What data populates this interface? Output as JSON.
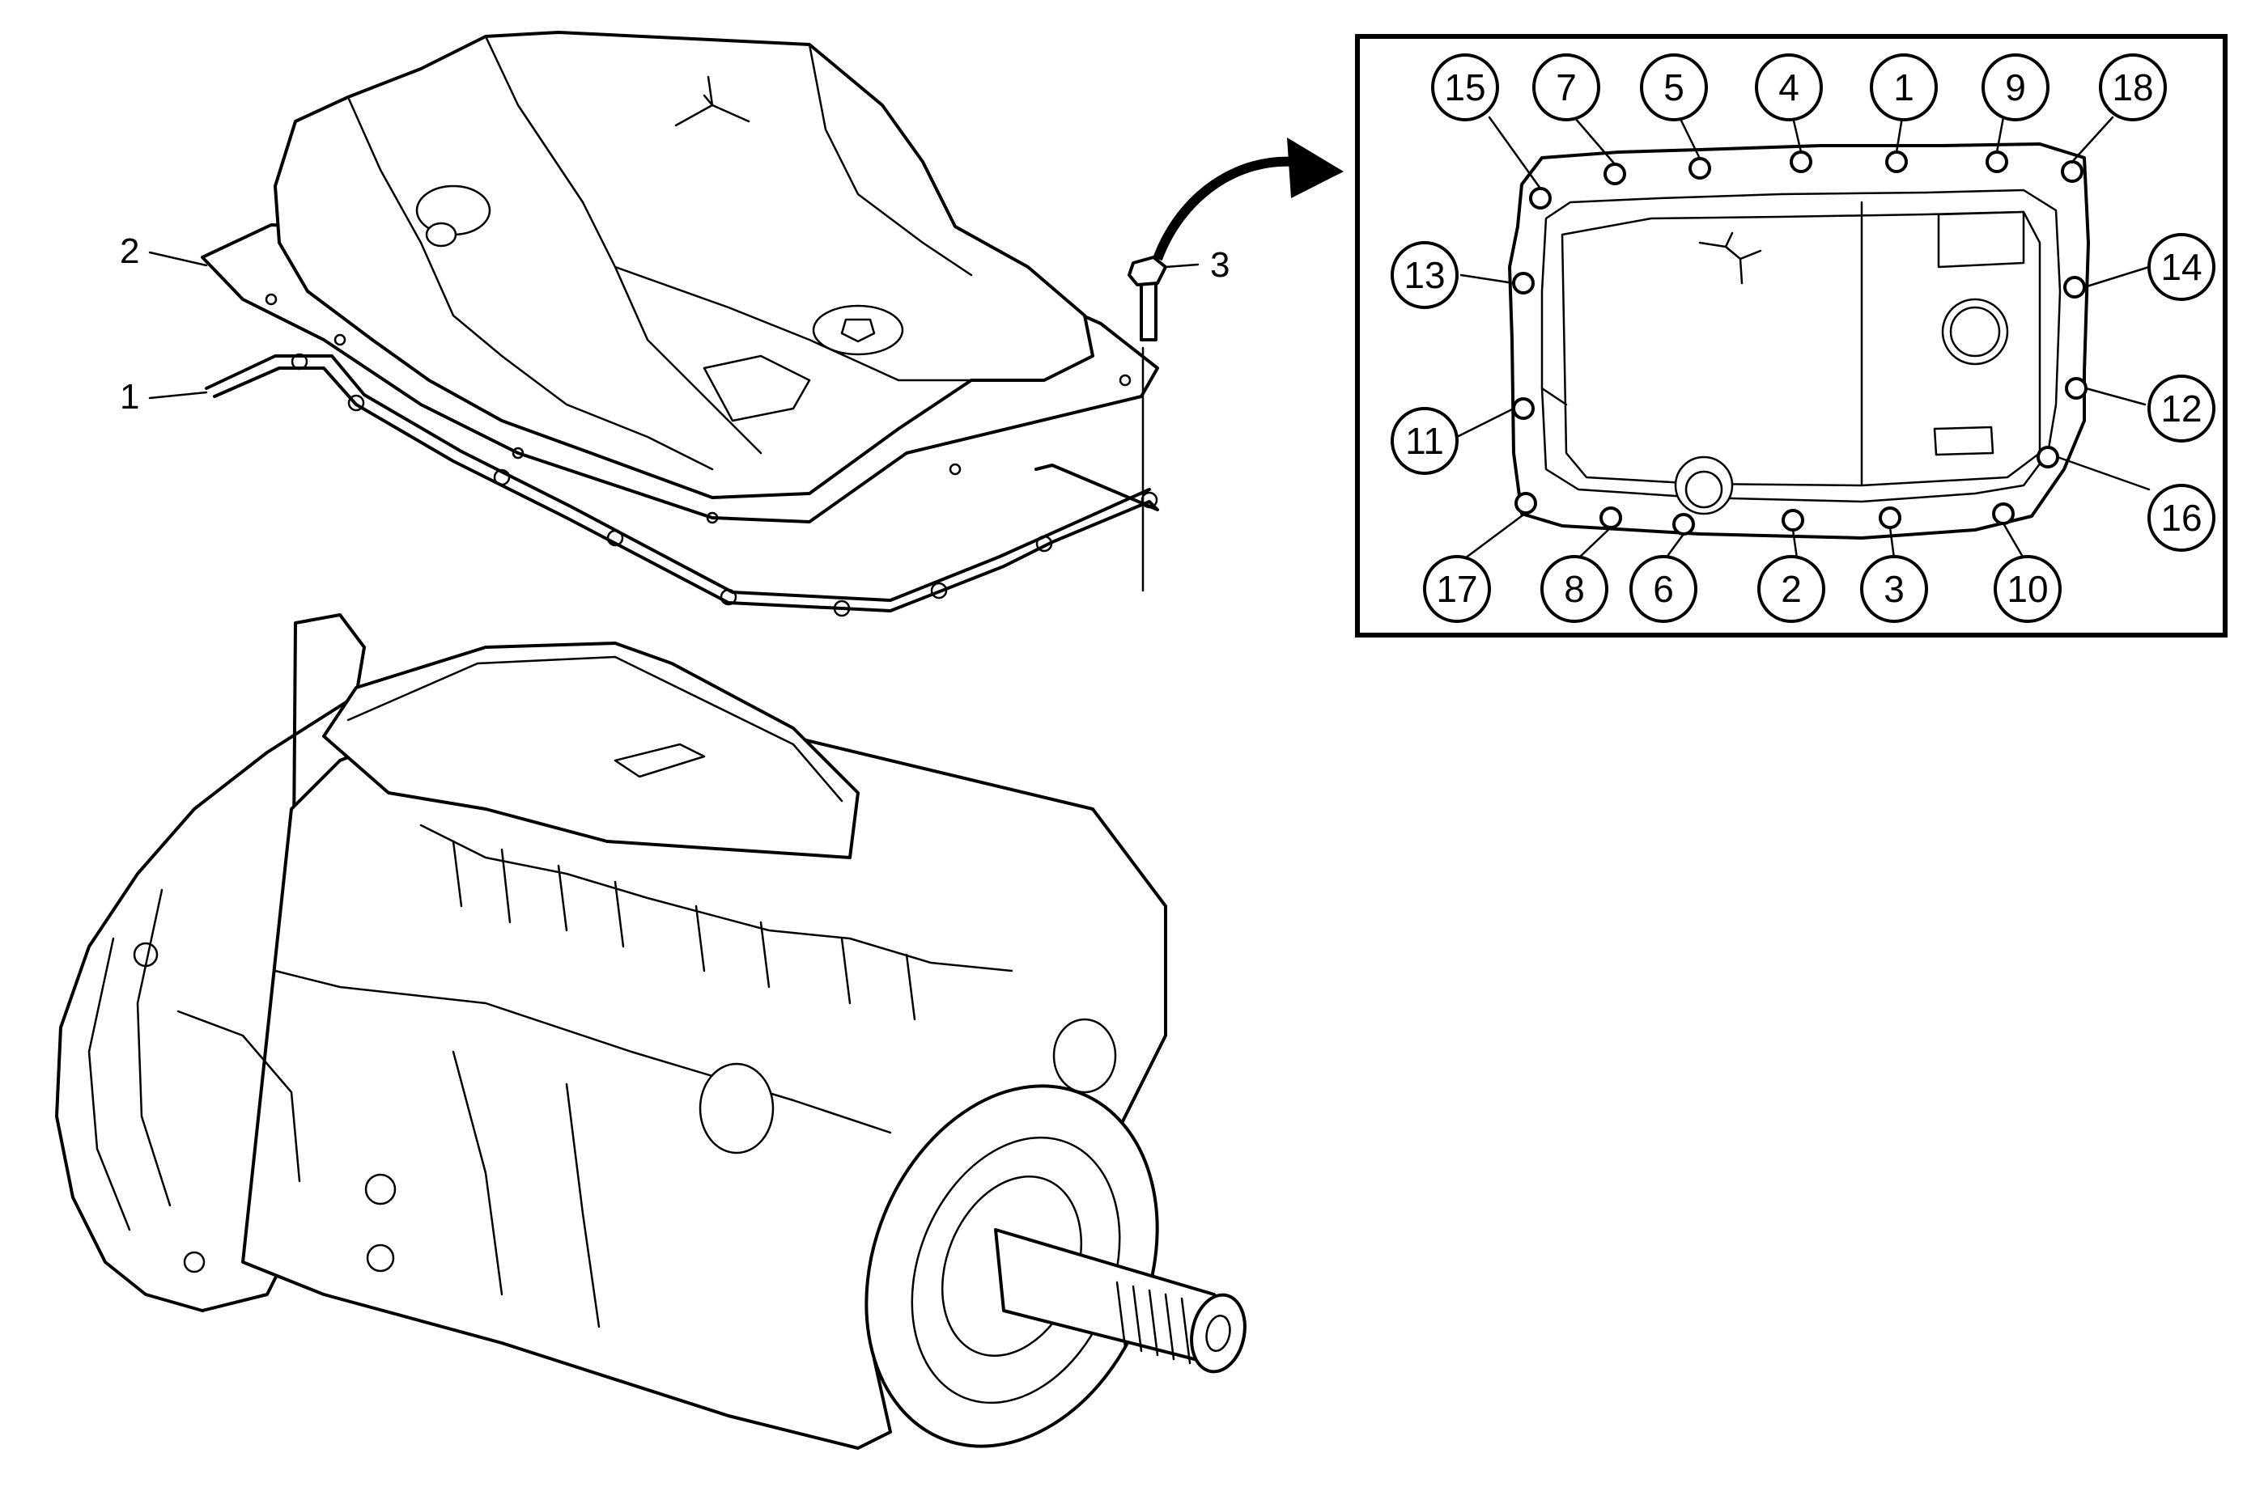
{
  "callouts": [
    {
      "id": "gasket",
      "label": "1"
    },
    {
      "id": "pan",
      "label": "2"
    },
    {
      "id": "bolt",
      "label": "3"
    }
  ],
  "sequence": [
    "15",
    "7",
    "5",
    "4",
    "1",
    "9",
    "18",
    "13",
    "14",
    "11",
    "12",
    "16",
    "17",
    "8",
    "6",
    "2",
    "3",
    "10"
  ]
}
